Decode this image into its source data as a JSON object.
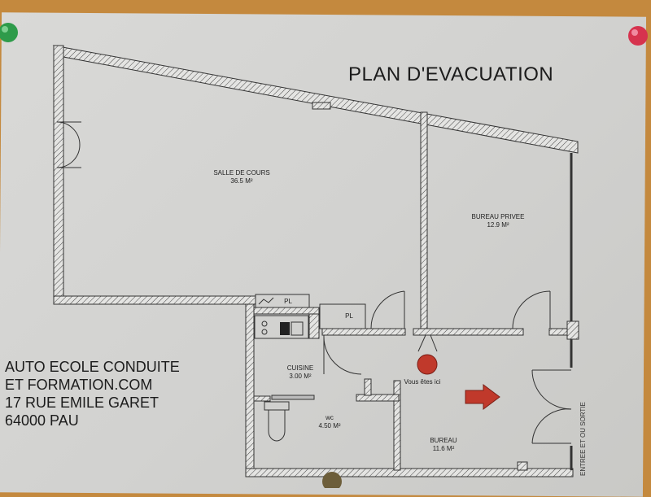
{
  "title": "PLAN D'EVACUATION",
  "address": {
    "line1": "AUTO ECOLE CONDUITE",
    "line2": "ET FORMATION.COM",
    "line3": "17 RUE EMILE GARET",
    "line4": "64000 PAU"
  },
  "rooms": [
    {
      "name": "SALLE DE COURS",
      "area": "36.5 M²"
    },
    {
      "name": "BUREAU PRIVEE",
      "area": "12.9 M²"
    },
    {
      "name": "CUISINE",
      "area": "3.00 M²"
    },
    {
      "name": "WC",
      "area": "4.50 M²"
    },
    {
      "name": "BUREAU",
      "area": "11.6 M²"
    }
  ],
  "closets": [
    "PL",
    "PL"
  ],
  "you_are_here": "Vous êtes ici",
  "exit_label": "ENTREE ET OU SORTIE",
  "colors": {
    "marker": "#c0392b",
    "wall": "#333333",
    "paper": "#d6d6d4",
    "background": "#c4893e"
  }
}
